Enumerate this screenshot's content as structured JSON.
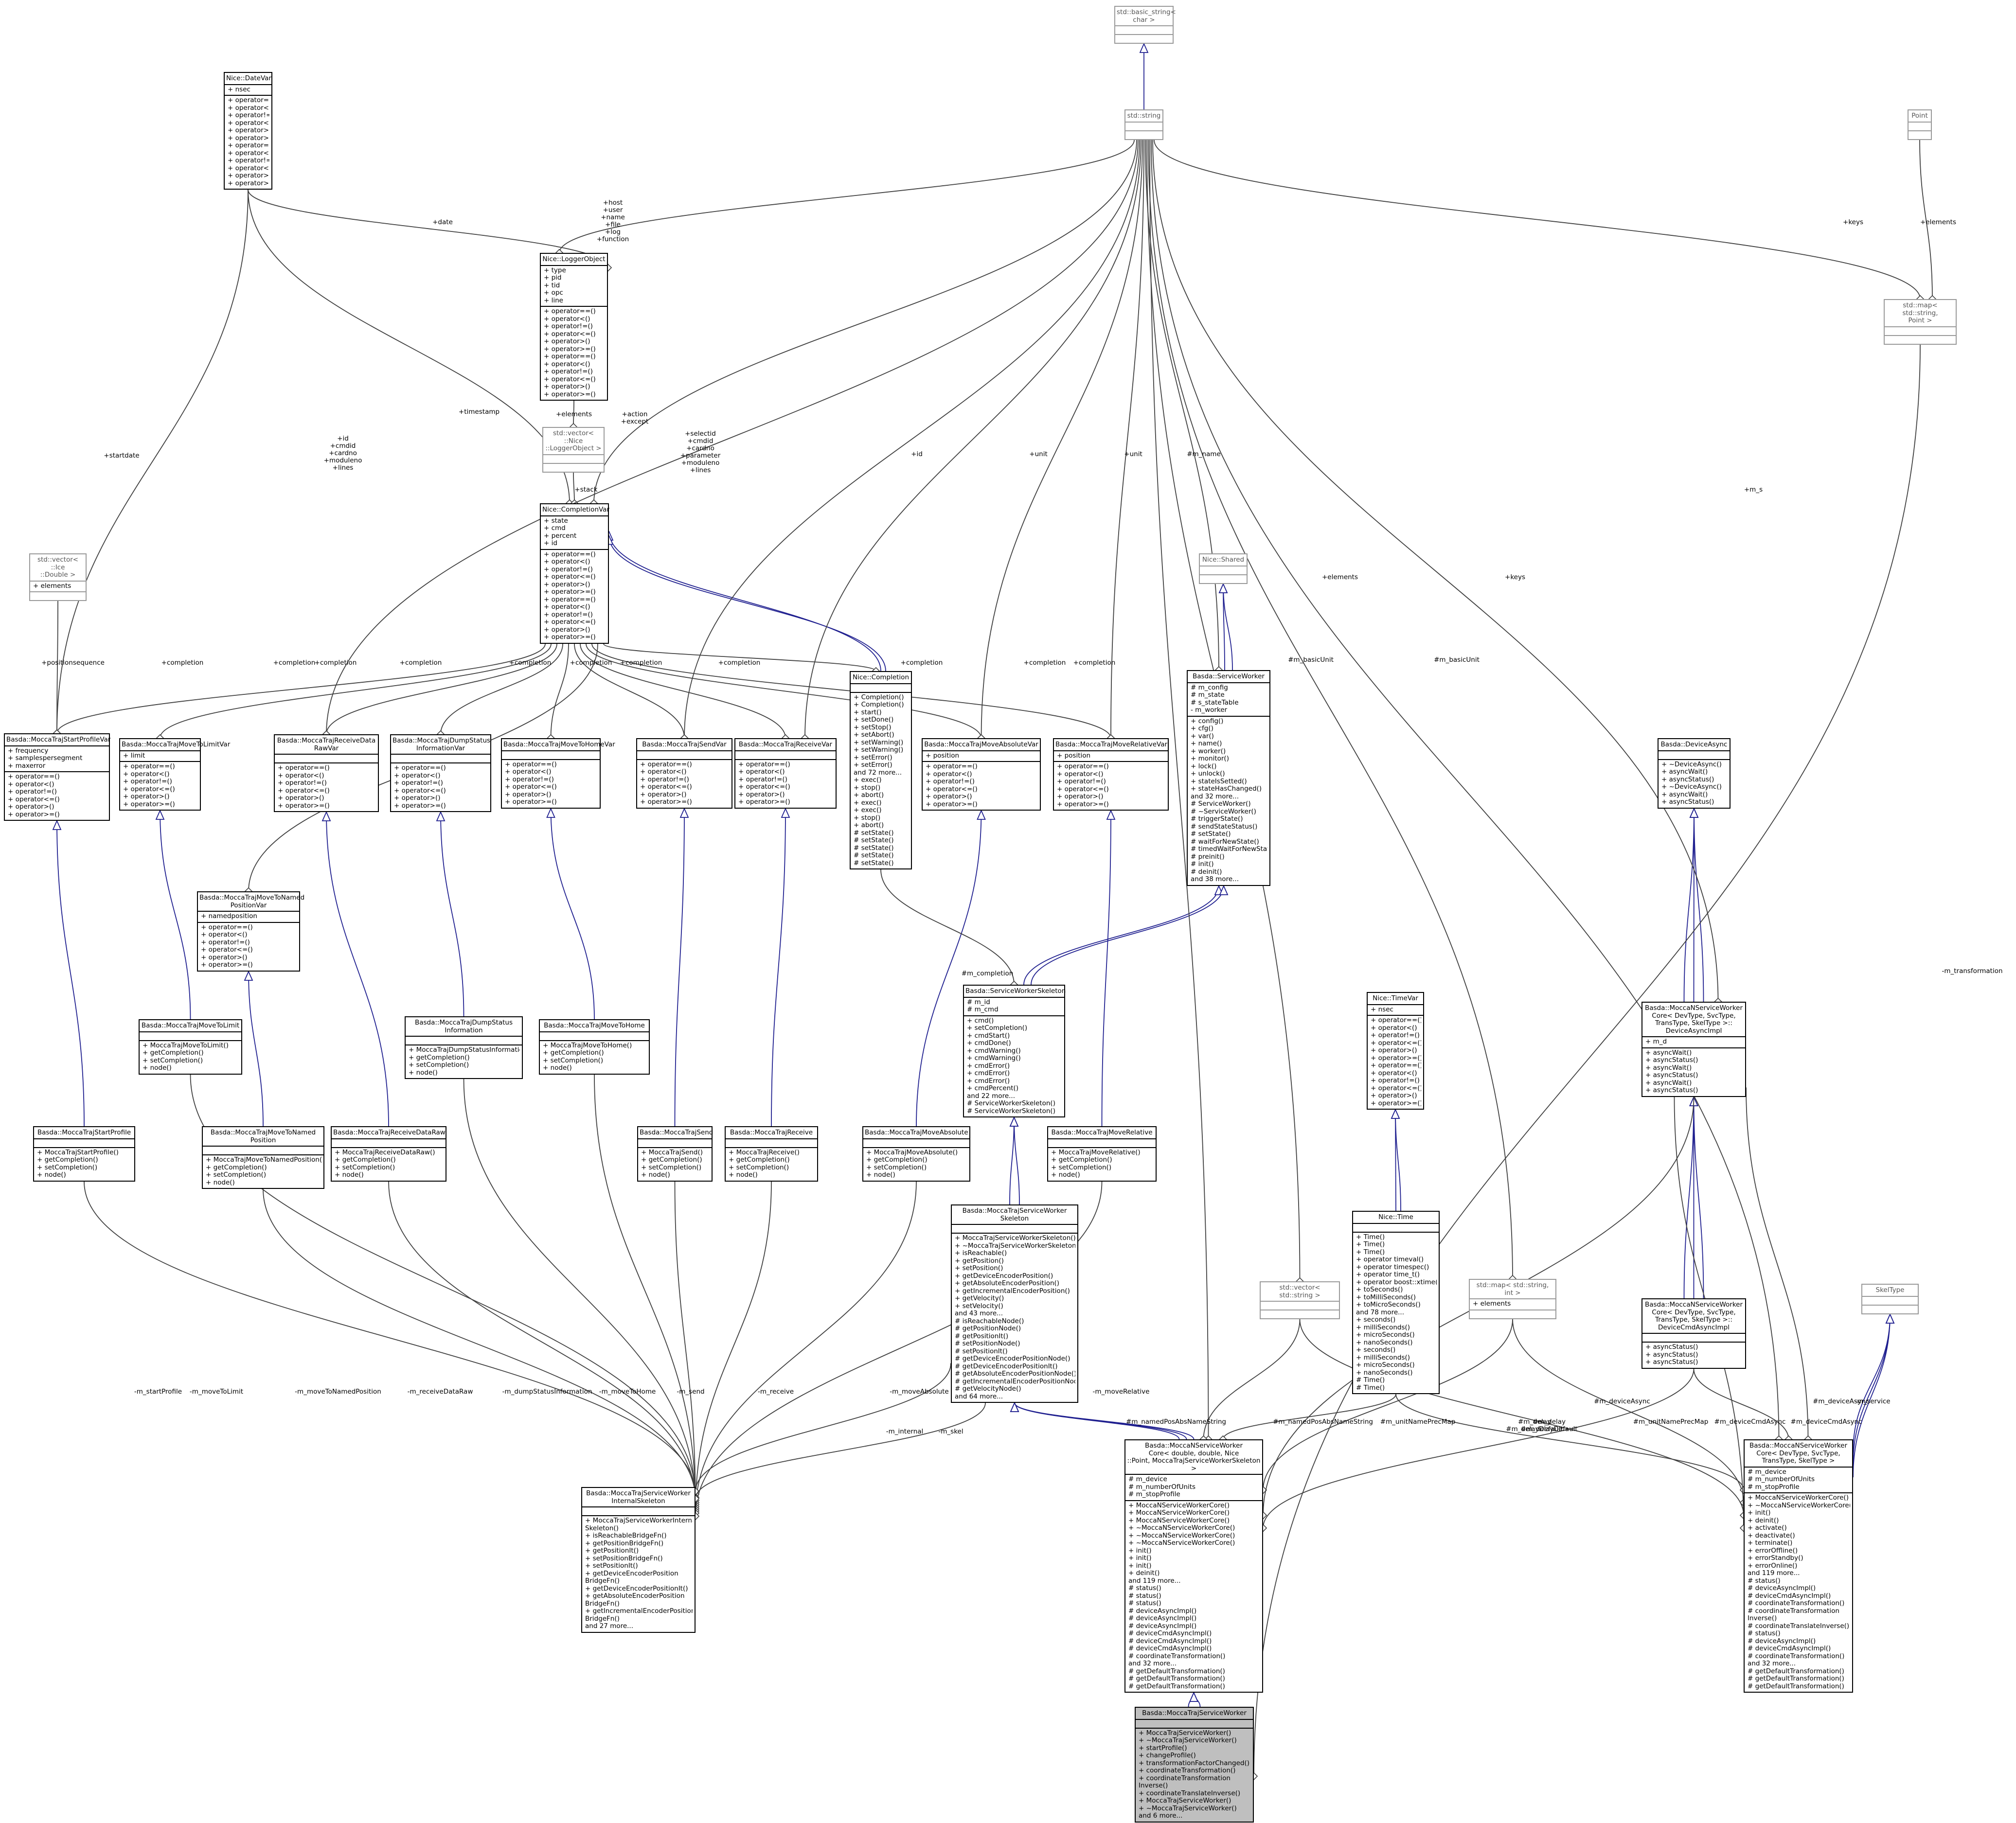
{
  "classes": [
    {
      "id": "basic_string",
      "name": "std::basic_string<\n char >",
      "attrs": [],
      "ops": [],
      "gray": true
    },
    {
      "id": "string",
      "name": "std::string",
      "attrs": [],
      "ops": [],
      "gray": true
    },
    {
      "id": "point",
      "name": "Point",
      "attrs": [],
      "ops": [],
      "gray": true
    },
    {
      "id": "map_point",
      "name": "std::map< std::string,\n Point >",
      "attrs": [],
      "ops": [],
      "gray": true
    },
    {
      "id": "datevar",
      "name": "Nice::DateVar",
      "attrs": [
        "+ nsec"
      ],
      "ops": [
        "+ operator==()",
        "+ operator<()",
        "+ operator!=()",
        "+ operator<=()",
        "+ operator>()",
        "+ operator>=()",
        "+ operator==()",
        "+ operator<()",
        "+ operator!=()",
        "+ operator<=()",
        "+ operator>()",
        "+ operator>=()"
      ]
    },
    {
      "id": "loggerobj",
      "name": "Nice::LoggerObject",
      "attrs": [
        "+ type",
        "+ pid",
        "+ tid",
        "+ opc",
        "+ line"
      ],
      "ops": [
        "+ operator==()",
        "+ operator<()",
        "+ operator!=()",
        "+ operator<=()",
        "+ operator>()",
        "+ operator>=()",
        "+ operator==()",
        "+ operator<()",
        "+ operator!=()",
        "+ operator<=()",
        "+ operator>()",
        "+ operator>=()"
      ]
    },
    {
      "id": "vec_logger",
      "name": "std::vector< ::Nice\n::LoggerObject >",
      "attrs": [],
      "ops": [],
      "gray": true
    },
    {
      "id": "completionvar",
      "name": "Nice::CompletionVar",
      "attrs": [
        "+ state",
        "+ cmd",
        "+ percent",
        "+ id"
      ],
      "ops": [
        "+ operator==()",
        "+ operator<()",
        "+ operator!=()",
        "+ operator<=()",
        "+ operator>()",
        "+ operator>=()",
        "+ operator==()",
        "+ operator<()",
        "+ operator!=()",
        "+ operator<=()",
        "+ operator>()",
        "+ operator>=()"
      ]
    },
    {
      "id": "vec_double",
      "name": "std::vector< ::Ice\n::Double >",
      "attrs": [
        "+ elements"
      ],
      "ops": [],
      "gray": true
    },
    {
      "id": "shared",
      "name": "Nice::Shared",
      "attrs": [],
      "ops": [],
      "gray": true
    },
    {
      "id": "startprofilevar",
      "name": "Basda::MoccaTrajStartProfileVar",
      "attrs": [
        "+ frequency",
        "+ samplespersegment",
        "+ maxerror"
      ],
      "ops": [
        "+ operator==()",
        "+ operator<()",
        "+ operator!=()",
        "+ operator<=()",
        "+ operator>()",
        "+ operator>=()"
      ]
    },
    {
      "id": "movetolimitvar",
      "name": "Basda::MoccaTrajMoveToLimitVar",
      "attrs": [
        "+ limit"
      ],
      "ops": [
        "+ operator==()",
        "+ operator<()",
        "+ operator!=()",
        "+ operator<=()",
        "+ operator>()",
        "+ operator>=()"
      ]
    },
    {
      "id": "receivedatarawvar",
      "name": "Basda::MoccaTrajReceiveData\nRawVar",
      "attrs": [],
      "ops": [
        "+ operator==()",
        "+ operator<()",
        "+ operator!=()",
        "+ operator<=()",
        "+ operator>()",
        "+ operator>=()"
      ]
    },
    {
      "id": "dumpstatusvar",
      "name": "Basda::MoccaTrajDumpStatus\nInformationVar",
      "attrs": [],
      "ops": [
        "+ operator==()",
        "+ operator<()",
        "+ operator!=()",
        "+ operator<=()",
        "+ operator>()",
        "+ operator>=()"
      ]
    },
    {
      "id": "movetohomevar",
      "name": "Basda::MoccaTrajMoveToHomeVar",
      "attrs": [],
      "ops": [
        "+ operator==()",
        "+ operator<()",
        "+ operator!=()",
        "+ operator<=()",
        "+ operator>()",
        "+ operator>=()"
      ]
    },
    {
      "id": "sendvar",
      "name": "Basda::MoccaTrajSendVar",
      "attrs": [],
      "ops": [
        "+ operator==()",
        "+ operator<()",
        "+ operator!=()",
        "+ operator<=()",
        "+ operator>()",
        "+ operator>=()"
      ]
    },
    {
      "id": "receivevar",
      "name": "Basda::MoccaTrajReceiveVar",
      "attrs": [],
      "ops": [
        "+ operator==()",
        "+ operator<()",
        "+ operator!=()",
        "+ operator<=()",
        "+ operator>()",
        "+ operator>=()"
      ]
    },
    {
      "id": "completion",
      "name": "Nice::Completion",
      "attrs": [],
      "ops": [
        "+ Completion()",
        "+ Completion()",
        "+ start()",
        "+ setDone()",
        "+ setStop()",
        "+ setAbort()",
        "+ setWarning()",
        "+ setWarning()",
        "+ setError()",
        "+ setError()",
        "and 72 more...",
        "+ exec()",
        "+ stop()",
        "+ abort()",
        "+ exec()",
        "+ exec()",
        "+ stop()",
        "+ abort()",
        "# setState()",
        "# setState()",
        "# setState()",
        "# setState()",
        "# setState()"
      ]
    },
    {
      "id": "moveabsvar",
      "name": "Basda::MoccaTrajMoveAbsoluteVar",
      "attrs": [
        "+ position"
      ],
      "ops": [
        "+ operator==()",
        "+ operator<()",
        "+ operator!=()",
        "+ operator<=()",
        "+ operator>()",
        "+ operator>=()"
      ]
    },
    {
      "id": "moverelvar",
      "name": "Basda::MoccaTrajMoveRelativeVar",
      "attrs": [
        "+ position"
      ],
      "ops": [
        "+ operator==()",
        "+ operator<()",
        "+ operator!=()",
        "+ operator<=()",
        "+ operator>()",
        "+ operator>=()"
      ]
    },
    {
      "id": "serviceworker",
      "name": "Basda::ServiceWorker",
      "attrs": [
        "# m_config",
        "# m_state",
        "# s_stateTable",
        "- m_worker"
      ],
      "ops": [
        "+ config()",
        "+ cfg()",
        "+ var()",
        "+ name()",
        "+ worker()",
        "+ monitor()",
        "+ lock()",
        "+ unlock()",
        "+ stateIsSetted()",
        "+ stateHasChanged()",
        "and 32 more...",
        "# ServiceWorker()",
        "# ~ServiceWorker()",
        "# triggerState()",
        "# sendStateStatus()",
        "# setState()",
        "# waitForNewState()",
        "# timedWaitForNewState()",
        "# preinit()",
        "# init()",
        "# deinit()",
        "and 38 more..."
      ]
    },
    {
      "id": "deviceasync",
      "name": "Basda::DeviceAsync",
      "attrs": [],
      "ops": [
        "+ ~DeviceAsync()",
        "+ asyncWait()",
        "+ asyncStatus()",
        "+ ~DeviceAsync()",
        "+ asyncWait()",
        "+ asyncStatus()"
      ]
    },
    {
      "id": "movetonamedvar",
      "name": "Basda::MoccaTrajMoveToNamed\nPositionVar",
      "attrs": [
        "+ namedposition"
      ],
      "ops": [
        "+ operator==()",
        "+ operator<()",
        "+ operator!=()",
        "+ operator<=()",
        "+ operator>()",
        "+ operator>=()"
      ]
    },
    {
      "id": "swskeleton",
      "name": "Basda::ServiceWorkerSkeleton",
      "attrs": [
        "# m_id",
        "# m_cmd"
      ],
      "ops": [
        "+ cmd()",
        "+ setCompletion()",
        "+ cmdStart()",
        "+ cmdDone()",
        "+ cmdWarning()",
        "+ cmdWarning()",
        "+ cmdError()",
        "+ cmdError()",
        "+ cmdError()",
        "+ cmdPercent()",
        "and 22 more...",
        "# ServiceWorkerSkeleton()",
        "# ServiceWorkerSkeleton()"
      ]
    },
    {
      "id": "timevar",
      "name": "Nice::TimeVar",
      "attrs": [
        "+ nsec"
      ],
      "ops": [
        "+ operator==()",
        "+ operator<()",
        "+ operator!=()",
        "+ operator<=()",
        "+ operator>()",
        "+ operator>=()",
        "+ operator==()",
        "+ operator<()",
        "+ operator!=()",
        "+ operator<=()",
        "+ operator>()",
        "+ operator>=()"
      ]
    },
    {
      "id": "coreasyncimpl",
      "name": "Basda::MoccaNServiceWorker\nCore< DevType, SvcType,\n TransType, SkelType >::\nDeviceAsyncImpl",
      "attrs": [
        "+ m_d"
      ],
      "ops": [
        "+ asyncWait()",
        "+ asyncStatus()",
        "+ asyncWait()",
        "+ asyncStatus()",
        "+ asyncWait()",
        "+ asyncStatus()"
      ]
    },
    {
      "id": "movetolimit",
      "name": "Basda::MoccaTrajMoveToLimit",
      "attrs": [],
      "ops": [
        "+ MoccaTrajMoveToLimit()",
        "+ getCompletion()",
        "+ setCompletion()",
        "+ node()"
      ]
    },
    {
      "id": "dumpstatus",
      "name": "Basda::MoccaTrajDumpStatus\nInformation",
      "attrs": [],
      "ops": [
        "+ MoccaTrajDumpStatusInformation()",
        "+ getCompletion()",
        "+ setCompletion()",
        "+ node()"
      ]
    },
    {
      "id": "movetohome",
      "name": "Basda::MoccaTrajMoveToHome",
      "attrs": [],
      "ops": [
        "+ MoccaTrajMoveToHome()",
        "+ getCompletion()",
        "+ setCompletion()",
        "+ node()"
      ]
    },
    {
      "id": "startprofile",
      "name": "Basda::MoccaTrajStartProfile",
      "attrs": [],
      "ops": [
        "+ MoccaTrajStartProfile()",
        "+ getCompletion()",
        "+ setCompletion()",
        "+ node()"
      ]
    },
    {
      "id": "movetonamed",
      "name": "Basda::MoccaTrajMoveToNamed\nPosition",
      "attrs": [],
      "ops": [
        "+ MoccaTrajMoveToNamedPosition()",
        "+ getCompletion()",
        "+ setCompletion()",
        "+ node()"
      ]
    },
    {
      "id": "receivedataraw",
      "name": "Basda::MoccaTrajReceiveDataRaw",
      "attrs": [],
      "ops": [
        "+ MoccaTrajReceiveDataRaw()",
        "+ getCompletion()",
        "+ setCompletion()",
        "+ node()"
      ]
    },
    {
      "id": "send",
      "name": "Basda::MoccaTrajSend",
      "attrs": [],
      "ops": [
        "+ MoccaTrajSend()",
        "+ getCompletion()",
        "+ setCompletion()",
        "+ node()"
      ]
    },
    {
      "id": "receive",
      "name": "Basda::MoccaTrajReceive",
      "attrs": [],
      "ops": [
        "+ MoccaTrajReceive()",
        "+ getCompletion()",
        "+ setCompletion()",
        "+ node()"
      ]
    },
    {
      "id": "moveabs",
      "name": "Basda::MoccaTrajMoveAbsolute",
      "attrs": [],
      "ops": [
        "+ MoccaTrajMoveAbsolute()",
        "+ getCompletion()",
        "+ setCompletion()",
        "+ node()"
      ]
    },
    {
      "id": "moverel",
      "name": "Basda::MoccaTrajMoveRelative",
      "attrs": [],
      "ops": [
        "+ MoccaTrajMoveRelative()",
        "+ getCompletion()",
        "+ setCompletion()",
        "+ node()"
      ]
    },
    {
      "id": "mtswskeleton",
      "name": "Basda::MoccaTrajServiceWorker\nSkeleton",
      "attrs": [],
      "ops": [
        "+ MoccaTrajServiceWorkerSkeleton()",
        "+ ~MoccaTrajServiceWorkerSkeleton()",
        "+ isReachable()",
        "+ getPosition()",
        "+ setPosition()",
        "+ getDeviceEncoderPosition()",
        "+ getAbsoluteEncoderPosition()",
        "+ getIncrementalEncoderPosition()",
        "+ getVelocity()",
        "+ setVelocity()",
        "and 43 more...",
        "# isReachableNode()",
        "# getPositionNode()",
        "# getPositionIt()",
        "# setPositionNode()",
        "# setPositionIt()",
        "# getDeviceEncoderPositionNode()",
        "# getDeviceEncoderPositionIt()",
        "# getAbsoluteEncoderPositionNode()",
        "# getIncrementalEncoderPositionNode()",
        "# getVelocityNode()",
        "and 64 more..."
      ]
    },
    {
      "id": "nicetime",
      "name": "Nice::Time",
      "attrs": [],
      "ops": [
        "+ Time()",
        "+ Time()",
        "+ Time()",
        "+ operator timeval()",
        "+ operator timespec()",
        "+ operator time_t()",
        "+ operator boost::xtime()",
        "+ toSeconds()",
        "+ toMilliSeconds()",
        "+ toMicroSeconds()",
        "and 78 more...",
        "+ seconds()",
        "+ milliSeconds()",
        "+ microSeconds()",
        "+ nanoSeconds()",
        "+ seconds()",
        "+ milliSeconds()",
        "+ microSeconds()",
        "+ nanoSeconds()",
        "# Time()",
        "# Time()"
      ]
    },
    {
      "id": "vec_string",
      "name": "std::vector< std::string >",
      "attrs": [],
      "ops": [],
      "gray": true
    },
    {
      "id": "map_int",
      "name": "std::map< std::string,\n int >",
      "attrs": [
        "+ elements"
      ],
      "ops": [],
      "gray": true
    },
    {
      "id": "skeltype",
      "name": "SkelType",
      "attrs": [],
      "ops": [],
      "gray": true
    },
    {
      "id": "corecmdasyncimpl",
      "name": "Basda::MoccaNServiceWorker\nCore< DevType, SvcType,\n TransType, SkelType >::\nDeviceCmdAsyncImpl",
      "attrs": [],
      "ops": [
        "+ asyncStatus()",
        "+ asyncStatus()",
        "+ asyncStatus()"
      ]
    },
    {
      "id": "internalskel",
      "name": "Basda::MoccaTrajServiceWorker\nInternalSkeleton",
      "attrs": [],
      "ops": [
        "+ MoccaTrajServiceWorkerInternal",
        "Skeleton()",
        "+ isReachableBridgeFn()",
        "+ getPositionBridgeFn()",
        "+ getPositionIt()",
        "+ setPositionBridgeFn()",
        "+ setPositionIt()",
        "+ getDeviceEncoderPosition",
        "BridgeFn()",
        "+ getDeviceEncoderPositionIt()",
        "+ getAbsoluteEncoderPosition",
        "BridgeFn()",
        "+ getIncrementalEncoderPosition",
        "BridgeFn()",
        "and 27 more..."
      ]
    },
    {
      "id": "coredouble",
      "name": "Basda::MoccaNServiceWorker\nCore< double, double, Nice\n::Point, MoccaTrajServiceWorkerSkeleton >",
      "attrs": [
        "# m_device",
        "# m_numberOfUnits",
        "# m_stopProfile"
      ],
      "ops": [
        "+ MoccaNServiceWorkerCore()",
        "+ MoccaNServiceWorkerCore()",
        "+ MoccaNServiceWorkerCore()",
        "+ ~MoccaNServiceWorkerCore()",
        "+ ~MoccaNServiceWorkerCore()",
        "+ ~MoccaNServiceWorkerCore()",
        "+ init()",
        "+ init()",
        "+ init()",
        "+ deinit()",
        "and 119 more...",
        "# status()",
        "# status()",
        "# status()",
        "# deviceAsyncImpl()",
        "# deviceAsyncImpl()",
        "# deviceAsyncImpl()",
        "# deviceCmdAsyncImpl()",
        "# deviceCmdAsyncImpl()",
        "# deviceCmdAsyncImpl()",
        "# coordinateTransformation()",
        "and 32 more...",
        "# getDefaultTransformation()",
        "# getDefaultTransformation()",
        "# getDefaultTransformation()"
      ]
    },
    {
      "id": "coregeneric",
      "name": "Basda::MoccaNServiceWorker\nCore< DevType, SvcType,\n TransType, SkelType >",
      "attrs": [
        "# m_device",
        "# m_numberOfUnits",
        "# m_stopProfile"
      ],
      "ops": [
        "+ MoccaNServiceWorkerCore()",
        "+ ~MoccaNServiceWorkerCore()",
        "+ init()",
        "+ deinit()",
        "+ activate()",
        "+ deactivate()",
        "+ terminate()",
        "+ errorOffline()",
        "+ errorStandby()",
        "+ errorOnline()",
        "and 119 more...",
        "# status()",
        "# deviceAsyncImpl()",
        "# deviceCmdAsyncImpl()",
        "# coordinateTransformation()",
        "# coordinateTransformation",
        "Inverse()",
        "# coordinateTranslateInverse()",
        "# status()",
        "# deviceAsyncImpl()",
        "# deviceCmdAsyncImpl()",
        "# coordinateTransformation()",
        "and 32 more...",
        "# getDefaultTransformation()",
        "# getDefaultTransformation()",
        "# getDefaultTransformation()"
      ]
    },
    {
      "id": "main",
      "name": "Basda::MoccaTrajServiceWorker",
      "attrs": [],
      "ops": [
        "+ MoccaTrajServiceWorker()",
        "+ ~MoccaTrajServiceWorker()",
        "+ startProfile()",
        "+ changeProfile()",
        "+ transformationFactorChanged()",
        "+ coordinateTransformation()",
        "+ coordinateTransformation",
        "Inverse()",
        "+ coordinateTranslateInverse()",
        "+ MoccaTrajServiceWorker()",
        "+ ~MoccaTrajServiceWorker()",
        "and 6 more..."
      ]
    }
  ],
  "edge_labels": [
    "+startdate",
    "+date",
    "+host\n+user\n+name\n+file\n+log\n+function",
    "+timestamp",
    "+elements",
    "+action\n+except",
    "+stack",
    "+id\n+cmdid\n+cardno\n+moduleno\n+lines",
    "+selectid\n+cmdid\n+cardno\n+parameter\n+moduleno\n+lines",
    "+id",
    "+unit",
    "+unit",
    "#m_name",
    "+elements",
    "+keys",
    "#m_basicUnit",
    "#m_basicUnit",
    "+m_s",
    "+keys",
    "+elements",
    "-m_transformation",
    "+positionsequence",
    "+completion",
    "+completion",
    "+completion",
    "+completion",
    "+completion",
    "+completion",
    "+completion",
    "+completion",
    "+completion",
    "+completion",
    "+completion",
    "#m_completion",
    "-m_startProfile",
    "-m_moveToLimit",
    "-m_moveToNamedPosition",
    "-m_receiveDataRaw",
    "-m_dumpStatusInformation",
    "-m_moveToHome",
    "-m_send",
    "-m_receive",
    "-m_moveAbsolute",
    "-m_moveRelative",
    "-m_internal",
    "-m_skel",
    "#m_namedPosAbsNameString",
    "#m_namedPosAbsNameString",
    "#m_unitNamePrecMap",
    "#m_delay\n#m_delayDefault",
    "#m_delay\n#m_delayDefault",
    "#m_unitNamePrecMap",
    "#m_deviceAsync",
    "#m_deviceAsync",
    "#m_deviceCmdAsync",
    "#m_deviceCmdAsync",
    "-m_service"
  ]
}
